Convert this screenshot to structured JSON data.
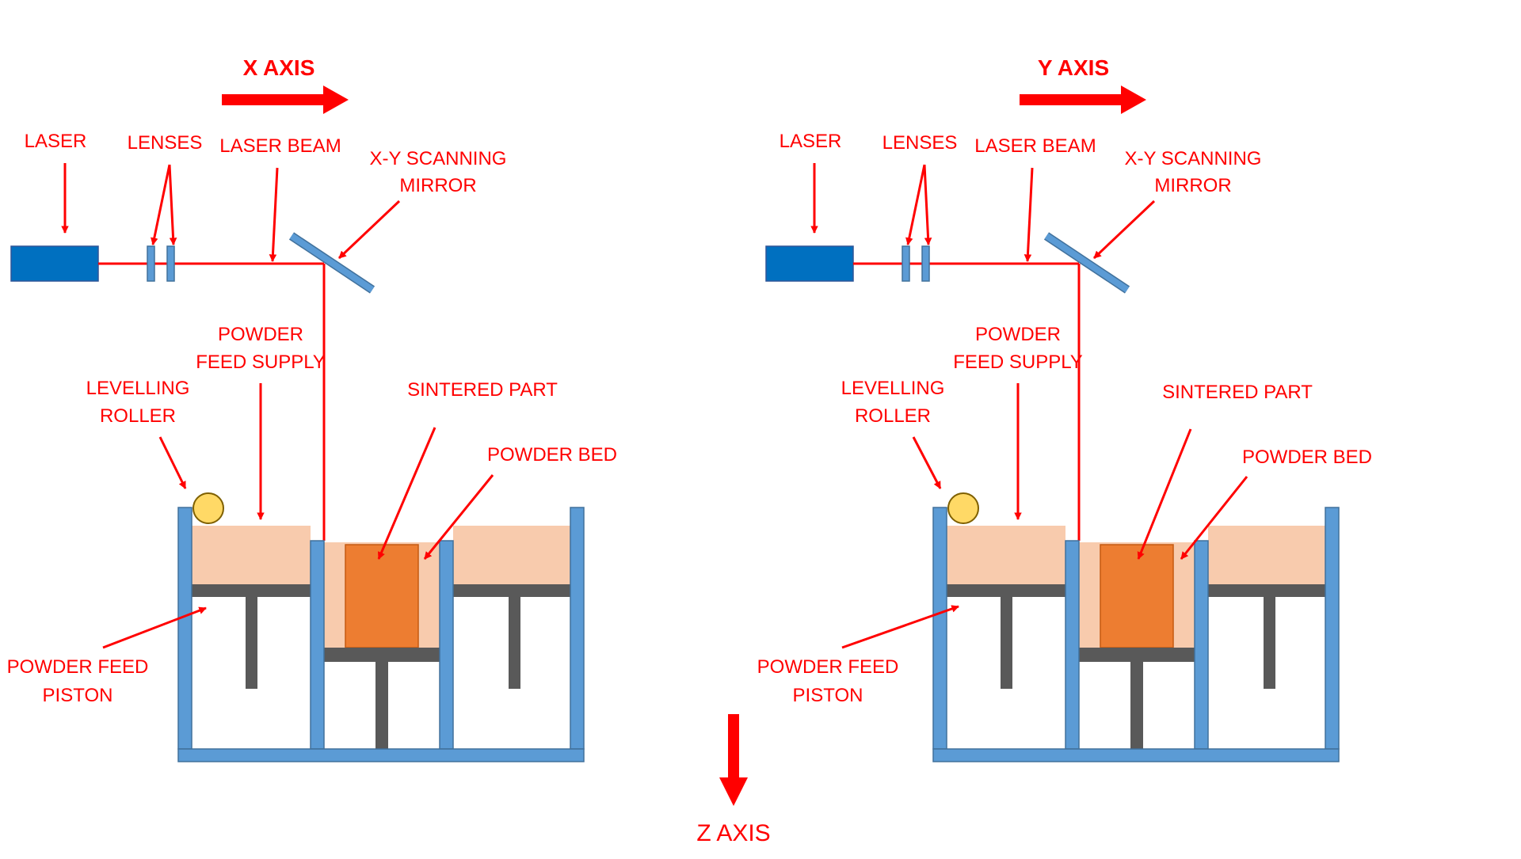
{
  "colors": {
    "label": "#ff0000",
    "beam": "#ff0000",
    "frame": "#5b9bd5",
    "frame_stroke": "#41719c",
    "laser_body": "#0070c0",
    "powder": "#f8cbad",
    "sintered": "#ed7d31",
    "piston": "#595959",
    "roller": "#ffd966",
    "roller_stroke": "#7f6000"
  },
  "panels": [
    {
      "id": "left",
      "axis_label": "X AXIS",
      "labels": {
        "laser": "LASER",
        "lenses": "LENSES",
        "laser_beam": "LASER BEAM",
        "mirror_line1": "X-Y SCANNING",
        "mirror_line2": "MIRROR",
        "powder_feed_supply_line1": "POWDER",
        "powder_feed_supply_line2": "FEED SUPPLY",
        "levelling_roller_line1": "LEVELLING",
        "levelling_roller_line2": "ROLLER",
        "sintered_part": "SINTERED PART",
        "powder_bed": "POWDER BED",
        "powder_feed_piston_line1": "POWDER FEED",
        "powder_feed_piston_line2": "PISTON"
      }
    },
    {
      "id": "right",
      "axis_label": "Y AXIS",
      "labels": {
        "laser": "LASER",
        "lenses": "LENSES",
        "laser_beam": "LASER BEAM",
        "mirror_line1": "X-Y SCANNING",
        "mirror_line2": "MIRROR",
        "powder_feed_supply_line1": "POWDER",
        "powder_feed_supply_line2": "FEED SUPPLY",
        "levelling_roller_line1": "LEVELLING",
        "levelling_roller_line2": "ROLLER",
        "sintered_part": "SINTERED PART",
        "powder_bed": "POWDER BED",
        "powder_feed_piston_line1": "POWDER FEED",
        "powder_feed_piston_line2": "PISTON"
      }
    }
  ],
  "z_axis_label": "Z AXIS"
}
